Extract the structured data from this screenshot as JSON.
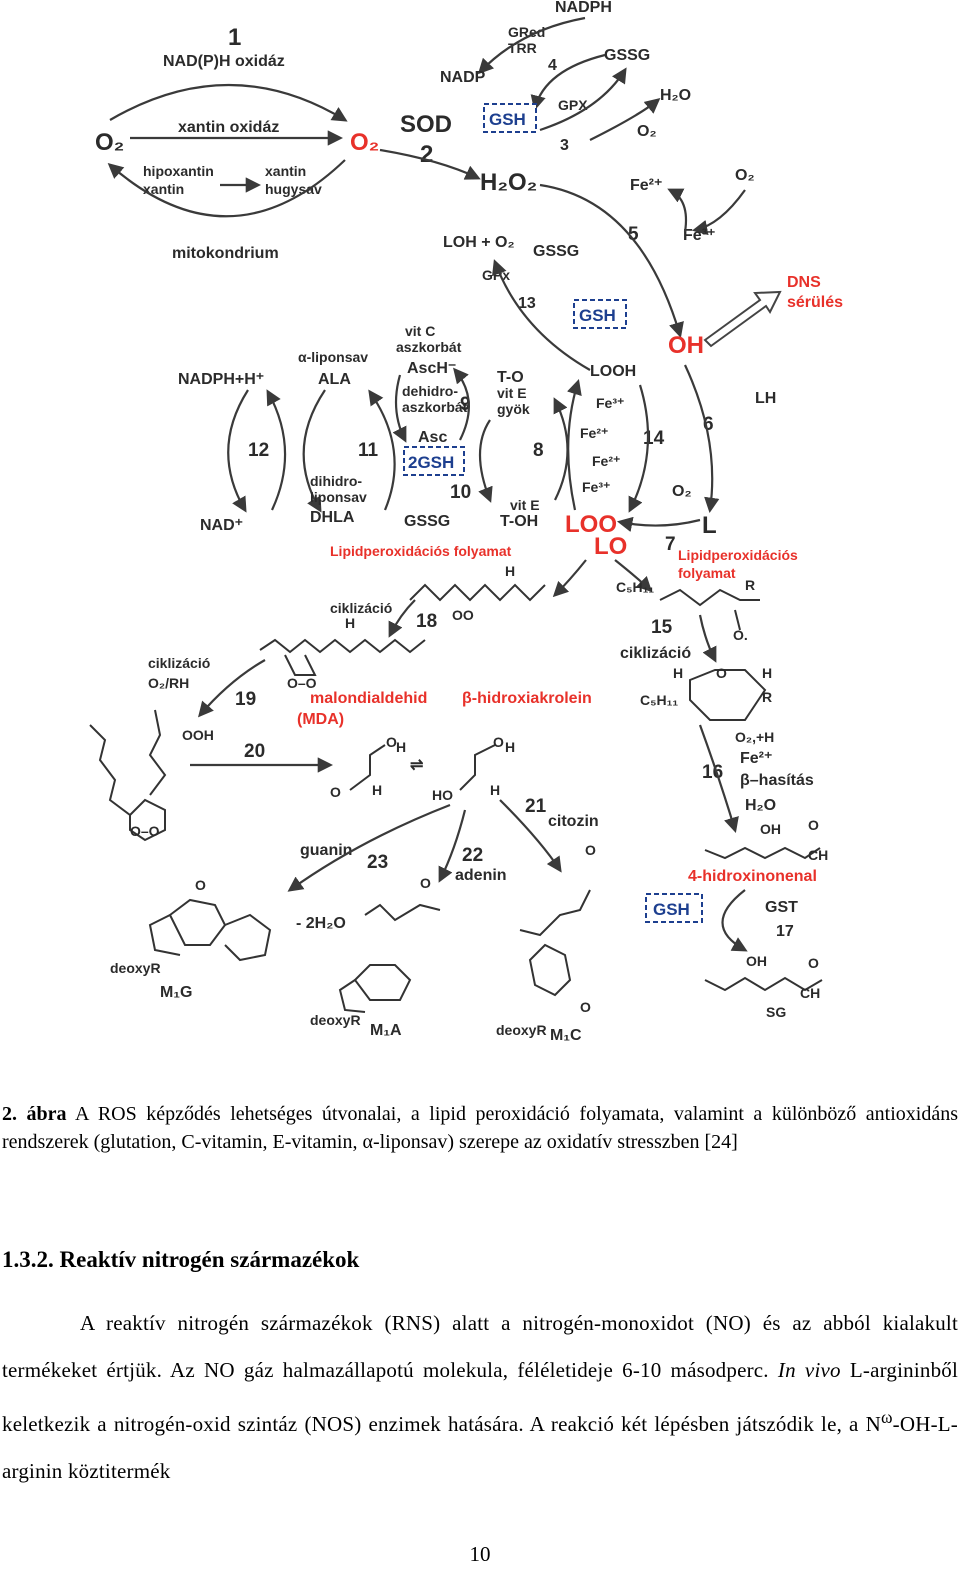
{
  "figure": {
    "labels": {
      "n1": "1",
      "nadph_oxidase": "NAD(P)H oxidáz",
      "gred": "GRed",
      "trr": "TRR",
      "n4": "4",
      "nadph_top": "NADPH",
      "nadp_plus": "NADP",
      "gssg_top": "GSSG",
      "gpx_top": "GPX",
      "h2o_top": "H₂O",
      "n3": "3",
      "o2_right_top": "O₂",
      "o2_left": "O₂",
      "xantin_oxidaz": "xantin oxidáz",
      "superoxide": "O₂",
      "sod": "SOD",
      "n2": "2",
      "hipoxantin": "hipoxantin",
      "xantin_l": "xantin",
      "xantin_r": "xantin",
      "hugysav": "hugysav",
      "mitokondrium": "mitokondrium",
      "h2o2": "H₂O₂",
      "fe2_top": "Fe²⁺",
      "o2_rad": "O₂",
      "n5": "5",
      "fe3_top": "Fe³⁺",
      "loh_o2": "LOH + O₂",
      "gssg_mid": "GSSG",
      "gpx_mid": "GPx",
      "n13": "13",
      "dns1": "DNS",
      "dns2": "sérülés",
      "oh": "OH",
      "vitc": "vit C",
      "aszkorbat": "aszkorbát",
      "asch": "AscH⁻",
      "dehidro": "dehidro-",
      "aszkorbat2": "aszkorbát",
      "n9": "9",
      "asc": "Asc",
      "liponsav": "α-liponsav",
      "ala": "ALA",
      "nadph_h": "NADPH+H⁺",
      "n12": "12",
      "n11": "11",
      "nadp_plus2": "NAD⁺",
      "dihidro": "dihidro-",
      "liponsav2": "liponsav",
      "dhla": "DHLA",
      "to_rad": "T-O",
      "vite": "vit E",
      "gyok": "gyök",
      "n8": "8",
      "n10": "10",
      "gssg_low": "GSSG",
      "vite2": "vit E",
      "toh": "T-OH",
      "looh": "LOOH",
      "fe3_a": "Fe³⁺",
      "fe2_a": "Fe²⁺",
      "n14": "14",
      "fe2_b": "Fe²⁺",
      "fe3_b": "Fe³⁺",
      "lh": "LH",
      "n6": "6",
      "o2_low": "O₂",
      "l_rad": "L",
      "loo": "LOO",
      "lo": "LO",
      "n7": "7",
      "lipid_left": "Lipidperoxidációs folyamat",
      "lipid_r1": "Lipidperoxidációs",
      "lipid_r2": "folyamat",
      "h_top": "H",
      "c5h11_top": "C₅H₁₁",
      "r_top": "R",
      "ciklizacio_a": "ciklizáció",
      "h18": "H",
      "n18": "18",
      "oo": "OO",
      "n15": "15",
      "ciklizacio_b": "ciklizáció",
      "ciklizacio_c": "ciklizáció",
      "o2rh": "O₂/RH",
      "n19": "19",
      "mda1": "malondialdehid",
      "mda2": "(MDA)",
      "bhidroxi": "β-hidroxiakrolein",
      "ooh": "OOH",
      "n20": "20",
      "c5h11_ring": "C₅H₁₁",
      "o2h": "O₂,+H",
      "fe2_c": "Fe²⁺",
      "bhasitas": "β–hasítás",
      "n16": "16",
      "h2o_c": "H₂O",
      "n21": "21",
      "citozin": "citozin",
      "guanin": "guanin",
      "n23": "23",
      "n22": "22",
      "adenin": "adenin",
      "minus_2h2o": "- 2H₂O",
      "hne": "4-hidroxinonenal",
      "gst": "GST",
      "n17": "17",
      "oh_hne": "OH",
      "ch_hne": "CH",
      "oh_sg": "OH",
      "sg": "SG",
      "ch_sg": "CH",
      "deoxyr1": "deoxyR",
      "m1g": "M₁G",
      "deoxyr2": "deoxyR",
      "m1a": "M₁A",
      "deoxyr3": "deoxyR",
      "m1c": "M₁C",
      "gsh1": "GSH",
      "gsh2": "GSH",
      "gsh3": "2GSH",
      "gsh4": "GSH"
    }
  },
  "caption": {
    "label": "2. ábra",
    "text": " A ROS képződés lehetséges útvonalai, a lipid peroxidáció folyamata, valamint a különböző antioxidáns rendszerek (glutation, C-vitamin, E-vitamin, α-liponsav) szerepe az oxidatív stresszben [24]"
  },
  "section": {
    "heading": "1.3.2. Reaktív nitrogén származékok",
    "p1": "A reaktív nitrogén származékok (RNS) alatt a nitrogén-monoxidot (NO) és az abból kialakult termékeket értjük. Az NO gáz halmazállapotú molekula, féléletideje 6-10 másodperc. ",
    "in_vivo": "In vivo",
    "p2": " L-argininből keletkezik a nitrogén-oxid szintáz (NOS) enzimek hatására. A reakció két lépésben játszódik le, a N",
    "omega": "ω",
    "p3": "-OH-L-arginin köztitermék"
  },
  "page_number": "10"
}
